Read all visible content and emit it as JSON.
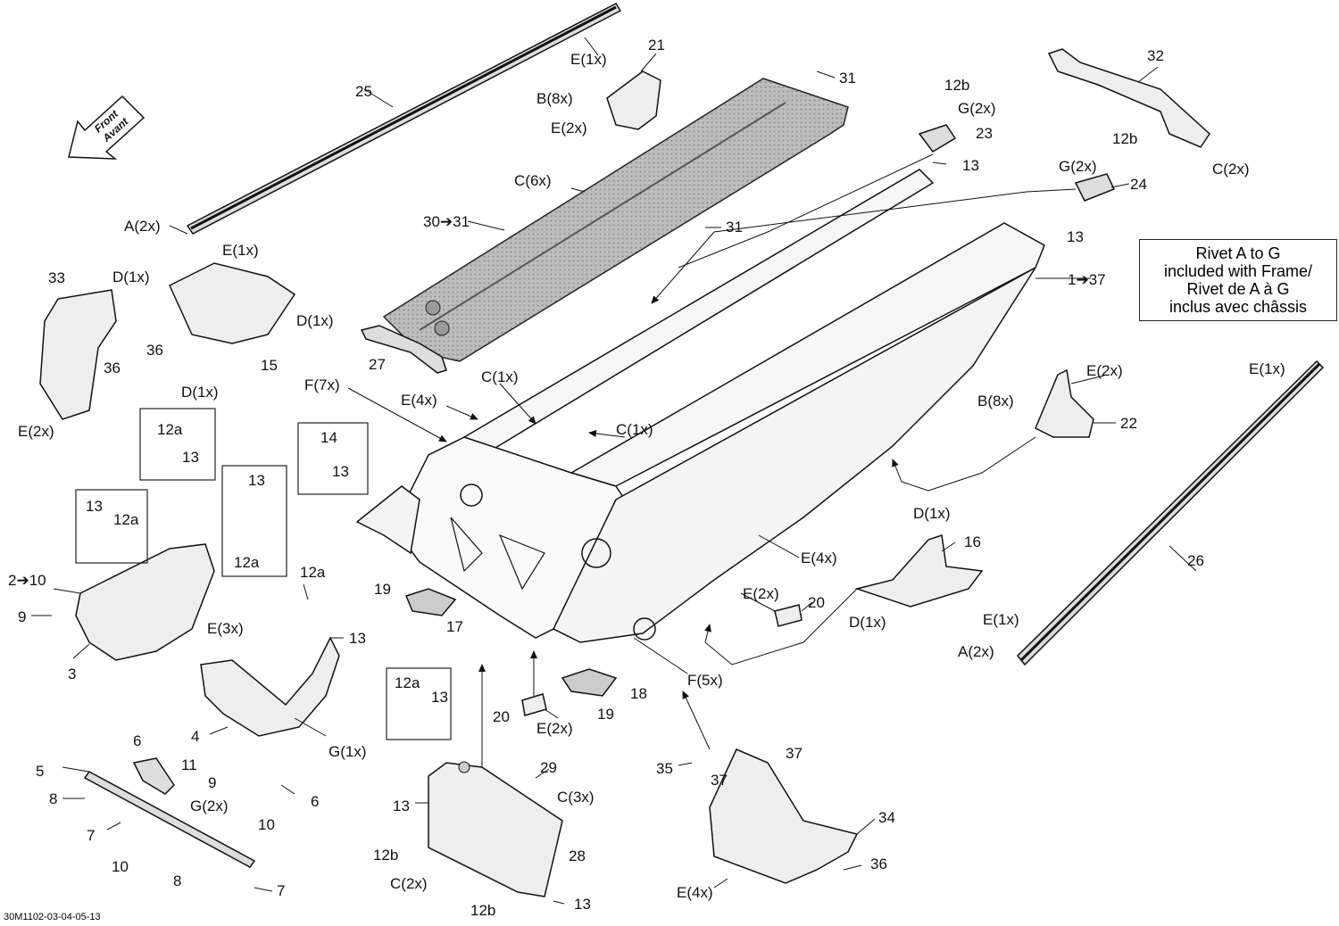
{
  "note": {
    "line1": "Rivet A to G",
    "line2": "included with Frame/",
    "line3": "Rivet de A à G",
    "line4": "inclus avec châssis"
  },
  "direction": {
    "line1": "Front",
    "line2": "Avant"
  },
  "footer": {
    "code": "30M1102-03-04-05-13"
  },
  "labels": {
    "l25": "25",
    "l21": "21",
    "l31a": "31",
    "l32": "32",
    "lE1x_a": "E(1x)",
    "lB8x_a": "B(8x)",
    "lE2x_a": "E(2x)",
    "l12b_a": "12b",
    "lG2x_a": "G(2x)",
    "l23": "23",
    "l13_a": "13",
    "l12b_b": "12b",
    "lG2x_b": "G(2x)",
    "l24": "24",
    "l13_b": "13",
    "lC2x_a": "C(2x)",
    "lC6x": "C(6x)",
    "l3031": "30➔31",
    "l31b": "31",
    "lA2x_a": "A(2x)",
    "lE1x_b": "E(1x)",
    "l33": "33",
    "lD1x_a": "D(1x)",
    "l36_a": "36",
    "l36_b": "36",
    "lE2x_b": "E(2x)",
    "lD1x_b": "D(1x)",
    "l15": "15",
    "lD1x_c": "D(1x)",
    "l27": "27",
    "l137": "1➔37",
    "lF7x": "F(7x)",
    "lE4x_a": "E(4x)",
    "lC1x_a": "C(1x)",
    "lC1x_b": "C(1x)",
    "lE1x_c": "E(1x)",
    "lE2x_c": "E(2x)",
    "lB8x_b": "B(8x)",
    "l22": "22",
    "l14": "14",
    "l13_c": "13",
    "l12a_a": "12a",
    "l13_d": "13",
    "l13_e": "13",
    "l12a_b": "12a",
    "l13_f": "13",
    "l12a_c": "12a",
    "l210": "2➔10",
    "l9_a": "9",
    "l3": "3",
    "lE3x": "E(3x)",
    "l12a_d": "12a",
    "l13_g": "13",
    "l4": "4",
    "l9_b": "9",
    "l6_a": "6",
    "l6_b": "6",
    "lG1x": "G(1x)",
    "l12a_e": "12a",
    "l13_h": "13",
    "l19_a": "19",
    "l17": "17",
    "lE4x_b": "E(4x)",
    "lD1x_d": "D(1x)",
    "l16": "16",
    "lE2x_d": "E(2x)",
    "l20_a": "20",
    "lD1x_e": "D(1x)",
    "l26": "26",
    "lE1x_d": "E(1x)",
    "lA2x_b": "A(2x)",
    "l18": "18",
    "l19_b": "19",
    "lF5x": "F(5x)",
    "l20_b": "20",
    "lE2x_e": "E(2x)",
    "l5": "5",
    "l11": "11",
    "l8_a": "8",
    "lG2x_c": "G(2x)",
    "l7_a": "7",
    "l10_a": "10",
    "l10_b": "10",
    "l8_b": "8",
    "l7_b": "7",
    "l29": "29",
    "l13_i": "13",
    "lC3x": "C(3x)",
    "l12b_c": "12b",
    "l28": "28",
    "lC2x_b": "C(2x)",
    "l12b_d": "12b",
    "l13_j": "13",
    "l35": "35",
    "l37_a": "37",
    "l37_b": "37",
    "l34": "34",
    "l36_c": "36",
    "lE4x_c": "E(4x)"
  }
}
